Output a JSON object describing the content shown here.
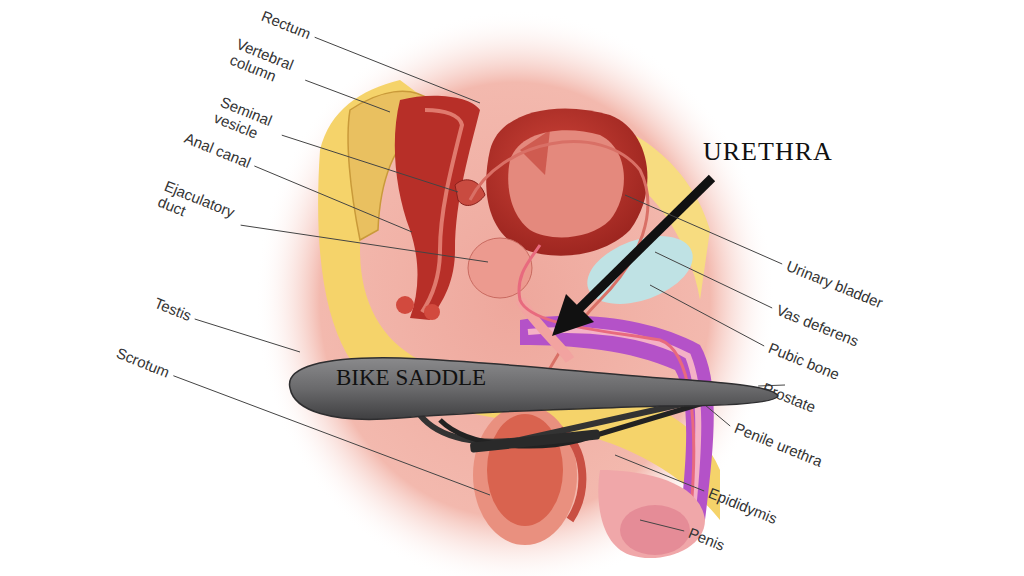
{
  "diagram": {
    "nodes": [
      {
        "text": [
          "BIKE SADDLE"
        ]
      }
    ],
    "labels": [
      "Rectum",
      "Vertebral column",
      "Seminal vesicle",
      "Anal canal",
      "Ejaculatory duct",
      "Testis",
      "Scrotum",
      "URETHRA",
      "Urinary bladder",
      "Vas deferens",
      "Pubic bone",
      "Prostate",
      "Penile urethra",
      "Epididymis",
      "Penis"
    ]
  }
}
